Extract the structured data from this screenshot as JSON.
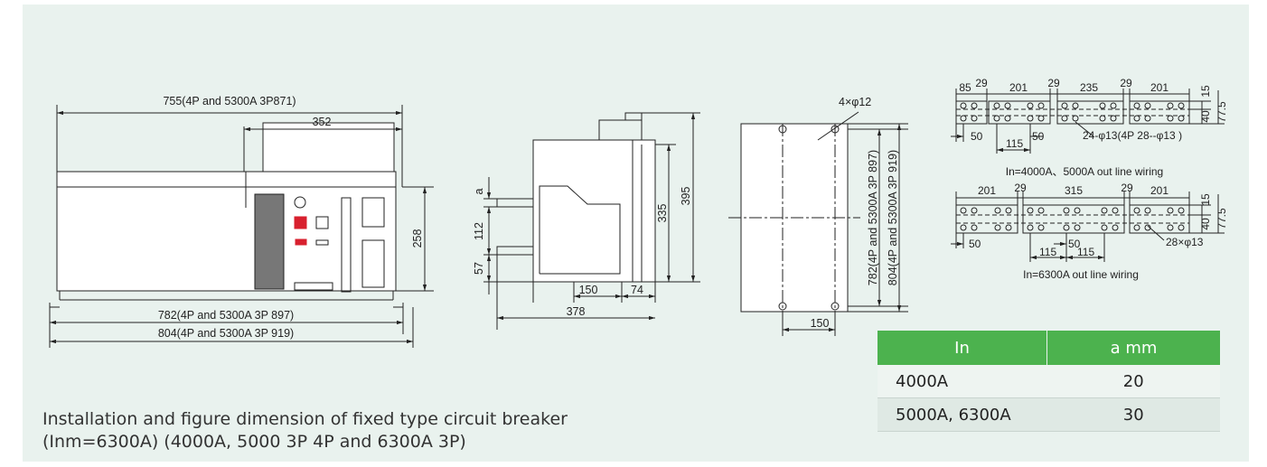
{
  "front_view": {
    "dim_top_long": "755(4P and 5300A 3P871)",
    "dim_top_short": "352",
    "dim_height": "258",
    "dim_bottom_1": "782(4P and 5300A 3P 897)",
    "dim_bottom_2": "804(4P and 5300A 3P 919)"
  },
  "side_view": {
    "dim_a": "a",
    "dim_112": "112",
    "dim_57": "57",
    "dim_335": "335",
    "dim_395": "395",
    "dim_150": "150",
    "dim_74": "74",
    "dim_378": "378"
  },
  "mount_view": {
    "holes": "4×φ12",
    "dim_v1": "782(4P and 5300A 3P 897)",
    "dim_v2": "804(4P and 5300A 3P 919)",
    "dim_150": "150"
  },
  "wiring_4000": {
    "d85": "85",
    "d29a": "29",
    "d201a": "201",
    "d29b": "29",
    "d235": "235",
    "d29c": "29",
    "d201b": "201",
    "d15": "15",
    "d40": "40",
    "d77": "77.5",
    "d50a": "50",
    "d50b": "50",
    "d115": "115",
    "holes": "24-φ13(4P 28--φ13 )",
    "caption": "In=4000A、5000A out line wiring"
  },
  "wiring_6300": {
    "d201a": "201",
    "d29a": "29",
    "d315": "315",
    "d29b": "29",
    "d201b": "201",
    "d15": "15",
    "d40": "40",
    "d77": "77.5",
    "d50a": "50",
    "d50b": "50",
    "d115a": "115",
    "d115b": "115",
    "holes": "28×φ13",
    "caption": "In=6300A out line wiring"
  },
  "table": {
    "headers": [
      "In",
      "a mm"
    ],
    "rows": [
      {
        "in": "4000A",
        "a": "20"
      },
      {
        "in": "5000A, 6300A",
        "a": "30"
      }
    ]
  },
  "caption": {
    "line1": "Installation and figure dimension of fixed type circuit breaker",
    "line2": "(Inm=6300A) (4000A, 5000 3P 4P and 6300A 3P)"
  },
  "colors": {
    "background": "#e9f2ee",
    "table_header": "#4cb24e",
    "handle_red": "#d8202e",
    "panel_dark": "#777777"
  }
}
